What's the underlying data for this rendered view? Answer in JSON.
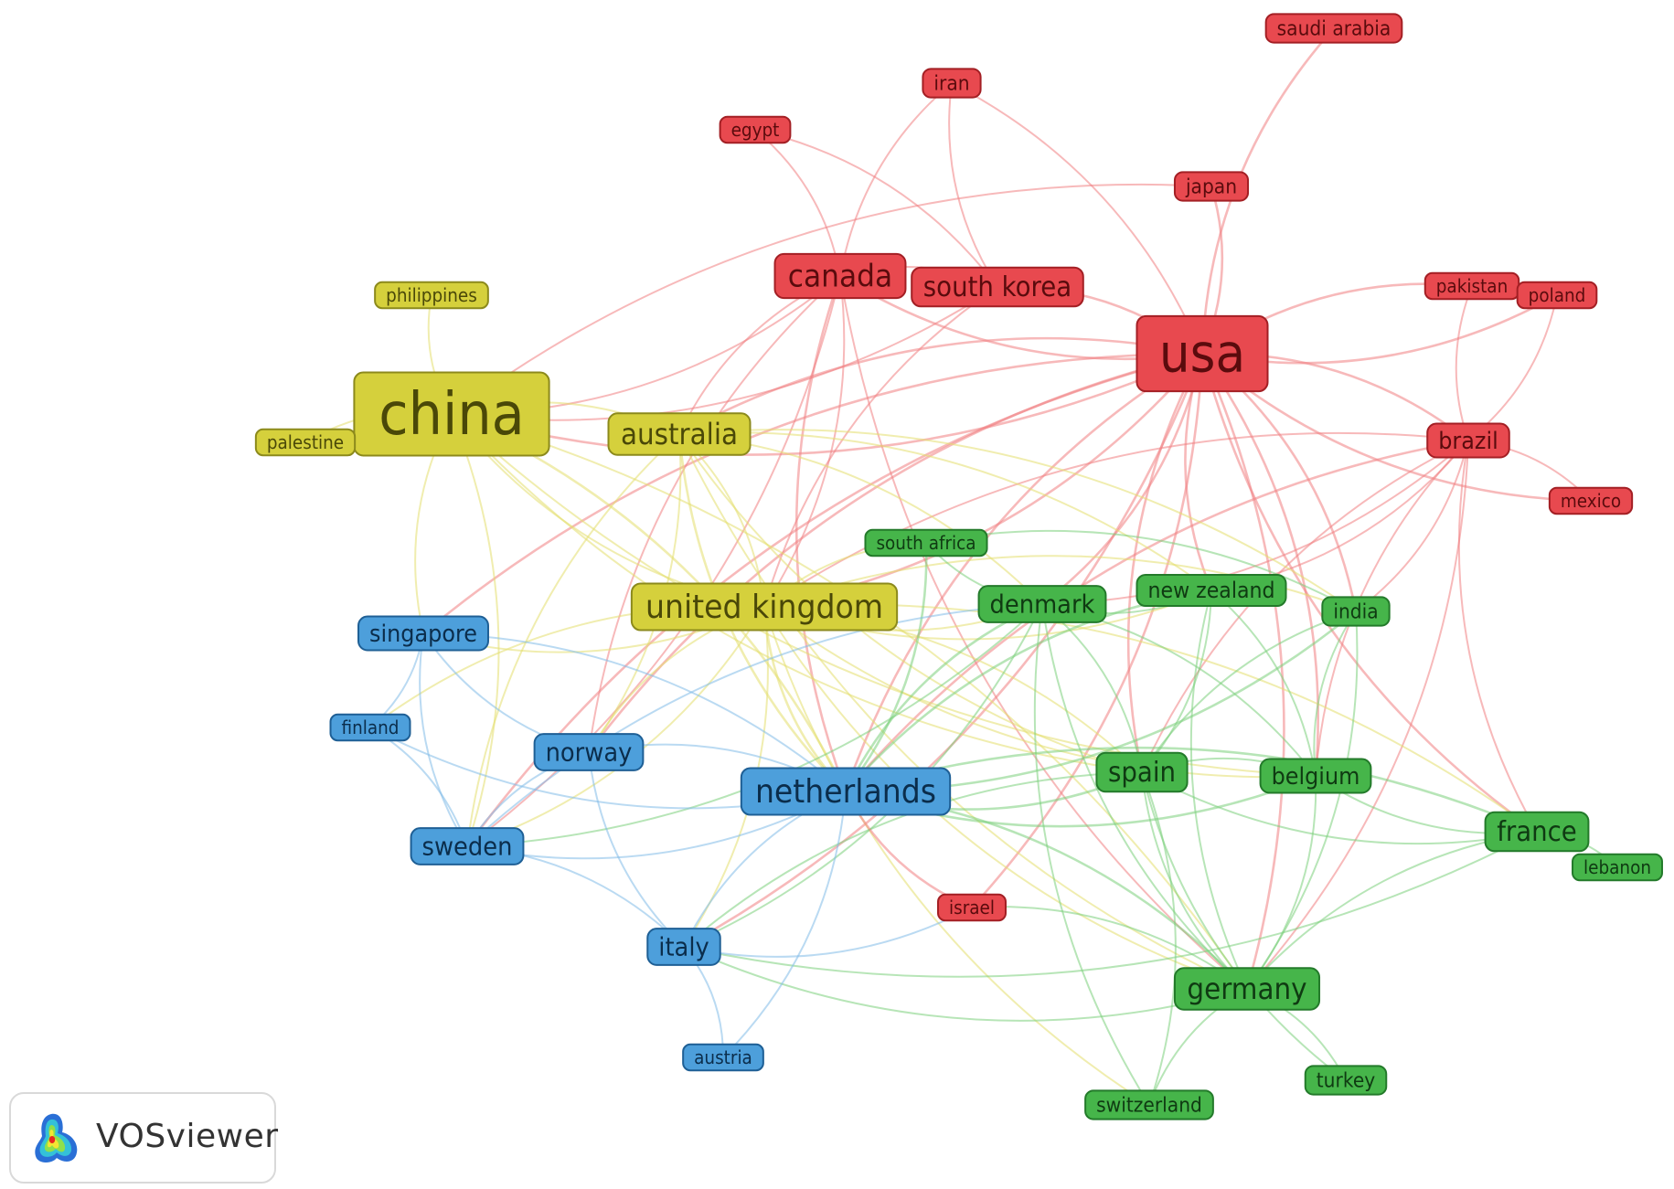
{
  "app": {
    "logo_text": "VOSviewer",
    "logo_icon": "vosviewer-heatmap-icon"
  },
  "colors": {
    "red": {
      "fill": "#e8494f",
      "light": "#f07f82",
      "stroke": "#a31f24",
      "text": "#5a0b0d"
    },
    "yellow": {
      "fill": "#d5d03c",
      "light": "#e3df6e",
      "stroke": "#8c8a1c",
      "text": "#4a4808"
    },
    "green": {
      "fill": "#46b54a",
      "light": "#7bd07c",
      "stroke": "#237a2a",
      "text": "#0f3a12"
    },
    "blue": {
      "fill": "#4d9fdb",
      "light": "#82bce8",
      "stroke": "#1e5f95",
      "text": "#0b2d4b"
    }
  },
  "nodes": [
    {
      "id": "usa",
      "label": "usa",
      "cluster": "red"
    },
    {
      "id": "canada",
      "label": "canada",
      "cluster": "red"
    },
    {
      "id": "south_korea",
      "label": "south korea",
      "cluster": "red"
    },
    {
      "id": "saudi_arabia",
      "label": "saudi arabia",
      "cluster": "red"
    },
    {
      "id": "iran",
      "label": "iran",
      "cluster": "red"
    },
    {
      "id": "egypt",
      "label": "egypt",
      "cluster": "red"
    },
    {
      "id": "japan",
      "label": "japan",
      "cluster": "red"
    },
    {
      "id": "pakistan",
      "label": "pakistan",
      "cluster": "red"
    },
    {
      "id": "poland",
      "label": "poland",
      "cluster": "red"
    },
    {
      "id": "brazil",
      "label": "brazil",
      "cluster": "red"
    },
    {
      "id": "mexico",
      "label": "mexico",
      "cluster": "red"
    },
    {
      "id": "israel",
      "label": "israel",
      "cluster": "red"
    },
    {
      "id": "china",
      "label": "china",
      "cluster": "yellow"
    },
    {
      "id": "australia",
      "label": "australia",
      "cluster": "yellow"
    },
    {
      "id": "united_kingdom",
      "label": "united kingdom",
      "cluster": "yellow"
    },
    {
      "id": "philippines",
      "label": "philippines",
      "cluster": "yellow"
    },
    {
      "id": "palestine",
      "label": "palestine",
      "cluster": "yellow"
    },
    {
      "id": "south_africa",
      "label": "south africa",
      "cluster": "green"
    },
    {
      "id": "denmark",
      "label": "denmark",
      "cluster": "green"
    },
    {
      "id": "new_zealand",
      "label": "new zealand",
      "cluster": "green"
    },
    {
      "id": "india",
      "label": "india",
      "cluster": "green"
    },
    {
      "id": "spain",
      "label": "spain",
      "cluster": "green"
    },
    {
      "id": "belgium",
      "label": "belgium",
      "cluster": "green"
    },
    {
      "id": "france",
      "label": "france",
      "cluster": "green"
    },
    {
      "id": "lebanon",
      "label": "lebanon",
      "cluster": "green"
    },
    {
      "id": "germany",
      "label": "germany",
      "cluster": "green"
    },
    {
      "id": "switzerland",
      "label": "switzerland",
      "cluster": "green"
    },
    {
      "id": "turkey",
      "label": "turkey",
      "cluster": "green"
    },
    {
      "id": "singapore",
      "label": "singapore",
      "cluster": "blue"
    },
    {
      "id": "finland",
      "label": "finland",
      "cluster": "blue"
    },
    {
      "id": "norway",
      "label": "norway",
      "cluster": "blue"
    },
    {
      "id": "netherlands",
      "label": "netherlands",
      "cluster": "blue"
    },
    {
      "id": "sweden",
      "label": "sweden",
      "cluster": "blue"
    },
    {
      "id": "italy",
      "label": "italy",
      "cluster": "blue"
    },
    {
      "id": "austria",
      "label": "austria",
      "cluster": "blue"
    }
  ],
  "links": [
    [
      "usa",
      "canada"
    ],
    [
      "usa",
      "south_korea"
    ],
    [
      "usa",
      "saudi_arabia"
    ],
    [
      "usa",
      "japan"
    ],
    [
      "usa",
      "pakistan"
    ],
    [
      "usa",
      "poland"
    ],
    [
      "usa",
      "brazil"
    ],
    [
      "usa",
      "mexico"
    ],
    [
      "usa",
      "china"
    ],
    [
      "usa",
      "australia"
    ],
    [
      "usa",
      "united_kingdom"
    ],
    [
      "usa",
      "netherlands"
    ],
    [
      "usa",
      "denmark"
    ],
    [
      "usa",
      "new_zealand"
    ],
    [
      "usa",
      "india"
    ],
    [
      "usa",
      "spain"
    ],
    [
      "usa",
      "belgium"
    ],
    [
      "usa",
      "france"
    ],
    [
      "usa",
      "germany"
    ],
    [
      "usa",
      "singapore"
    ],
    [
      "usa",
      "israel"
    ],
    [
      "usa",
      "sweden"
    ],
    [
      "usa",
      "italy"
    ],
    [
      "usa",
      "norway"
    ],
    [
      "canada",
      "iran"
    ],
    [
      "canada",
      "egypt"
    ],
    [
      "canada",
      "china"
    ],
    [
      "canada",
      "australia"
    ],
    [
      "canada",
      "united_kingdom"
    ],
    [
      "canada",
      "netherlands"
    ],
    [
      "canada",
      "south_korea"
    ],
    [
      "canada",
      "norway"
    ],
    [
      "canada",
      "sweden"
    ],
    [
      "canada",
      "germany"
    ],
    [
      "south_korea",
      "iran"
    ],
    [
      "south_korea",
      "egypt"
    ],
    [
      "south_korea",
      "china"
    ],
    [
      "south_korea",
      "united_kingdom"
    ],
    [
      "iran",
      "usa"
    ],
    [
      "japan",
      "china"
    ],
    [
      "brazil",
      "pakistan"
    ],
    [
      "brazil",
      "poland"
    ],
    [
      "brazil",
      "mexico"
    ],
    [
      "brazil",
      "spain"
    ],
    [
      "brazil",
      "germany"
    ],
    [
      "brazil",
      "united_kingdom"
    ],
    [
      "brazil",
      "new_zealand"
    ],
    [
      "brazil",
      "belgium"
    ],
    [
      "brazil",
      "denmark"
    ],
    [
      "brazil",
      "netherlands"
    ],
    [
      "brazil",
      "india"
    ],
    [
      "brazil",
      "france"
    ],
    [
      "china",
      "philippines"
    ],
    [
      "china",
      "palestine"
    ],
    [
      "china",
      "australia"
    ],
    [
      "china",
      "united_kingdom"
    ],
    [
      "china",
      "sweden"
    ],
    [
      "china",
      "singapore"
    ],
    [
      "china",
      "netherlands"
    ],
    [
      "china",
      "spain"
    ],
    [
      "china",
      "germany"
    ],
    [
      "china",
      "belgium"
    ],
    [
      "australia",
      "united_kingdom"
    ],
    [
      "australia",
      "netherlands"
    ],
    [
      "australia",
      "denmark"
    ],
    [
      "australia",
      "sweden"
    ],
    [
      "australia",
      "new_zealand"
    ],
    [
      "australia",
      "spain"
    ],
    [
      "australia",
      "india"
    ],
    [
      "australia",
      "germany"
    ],
    [
      "australia",
      "norway"
    ],
    [
      "united_kingdom",
      "netherlands"
    ],
    [
      "united_kingdom",
      "south_africa"
    ],
    [
      "united_kingdom",
      "denmark"
    ],
    [
      "united_kingdom",
      "sweden"
    ],
    [
      "united_kingdom",
      "norway"
    ],
    [
      "united_kingdom",
      "spain"
    ],
    [
      "united_kingdom",
      "germany"
    ],
    [
      "united_kingdom",
      "france"
    ],
    [
      "united_kingdom",
      "belgium"
    ],
    [
      "united_kingdom",
      "italy"
    ],
    [
      "united_kingdom",
      "finland"
    ],
    [
      "united_kingdom",
      "singapore"
    ],
    [
      "united_kingdom",
      "new_zealand"
    ],
    [
      "united_kingdom",
      "india"
    ],
    [
      "united_kingdom",
      "switzerland"
    ],
    [
      "south_africa",
      "netherlands"
    ],
    [
      "south_africa",
      "denmark"
    ],
    [
      "south_africa",
      "india"
    ],
    [
      "denmark",
      "netherlands"
    ],
    [
      "denmark",
      "spain"
    ],
    [
      "denmark",
      "germany"
    ],
    [
      "denmark",
      "belgium"
    ],
    [
      "denmark",
      "new_zealand"
    ],
    [
      "denmark",
      "sweden"
    ],
    [
      "denmark",
      "switzerland"
    ],
    [
      "denmark",
      "italy"
    ],
    [
      "new_zealand",
      "netherlands"
    ],
    [
      "new_zealand",
      "spain"
    ],
    [
      "new_zealand",
      "germany"
    ],
    [
      "new_zealand",
      "belgium"
    ],
    [
      "india",
      "spain"
    ],
    [
      "india",
      "germany"
    ],
    [
      "india",
      "belgium"
    ],
    [
      "india",
      "netherlands"
    ],
    [
      "spain",
      "germany"
    ],
    [
      "spain",
      "belgium"
    ],
    [
      "spain",
      "france"
    ],
    [
      "spain",
      "netherlands"
    ],
    [
      "spain",
      "italy"
    ],
    [
      "spain",
      "switzerland"
    ],
    [
      "spain",
      "turkey"
    ],
    [
      "belgium",
      "germany"
    ],
    [
      "belgium",
      "france"
    ],
    [
      "belgium",
      "netherlands"
    ],
    [
      "france",
      "germany"
    ],
    [
      "france",
      "lebanon"
    ],
    [
      "france",
      "netherlands"
    ],
    [
      "france",
      "italy"
    ],
    [
      "germany",
      "switzerland"
    ],
    [
      "germany",
      "turkey"
    ],
    [
      "germany",
      "netherlands"
    ],
    [
      "germany",
      "italy"
    ],
    [
      "germany",
      "israel"
    ],
    [
      "israel",
      "netherlands"
    ],
    [
      "netherlands",
      "norway"
    ],
    [
      "netherlands",
      "sweden"
    ],
    [
      "netherlands",
      "italy"
    ],
    [
      "netherlands",
      "austria"
    ],
    [
      "netherlands",
      "singapore"
    ],
    [
      "netherlands",
      "finland"
    ],
    [
      "singapore",
      "sweden"
    ],
    [
      "singapore",
      "finland"
    ],
    [
      "singapore",
      "norway"
    ],
    [
      "finland",
      "sweden"
    ],
    [
      "norway",
      "sweden"
    ],
    [
      "sweden",
      "italy"
    ],
    [
      "norway",
      "italy"
    ],
    [
      "italy",
      "austria"
    ],
    [
      "italy",
      "israel"
    ],
    [
      "sweden",
      "denmark"
    ]
  ]
}
